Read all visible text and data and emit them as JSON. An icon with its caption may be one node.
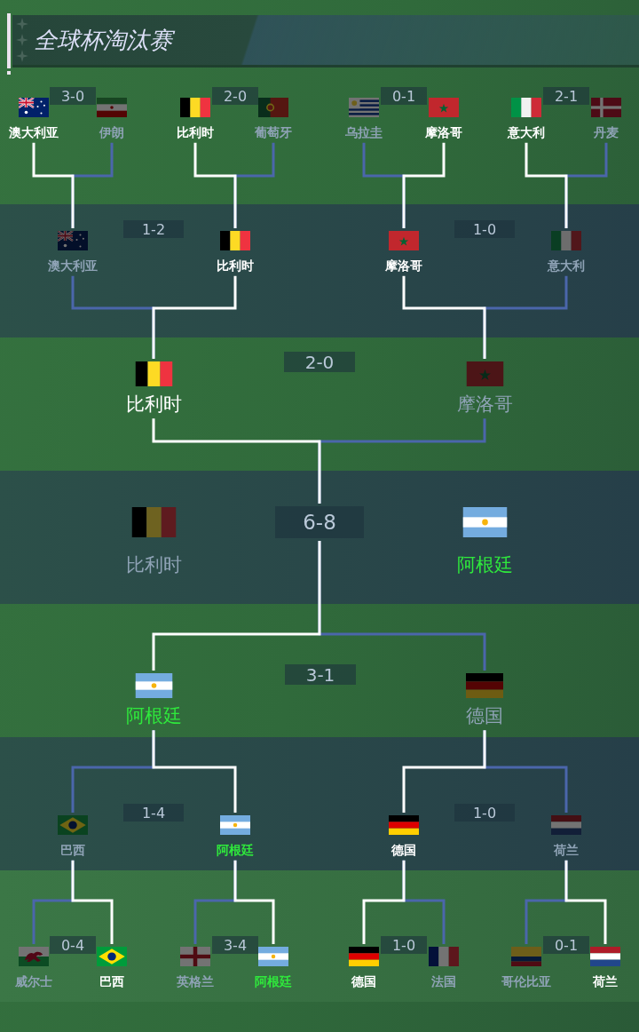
{
  "diagram": {
    "title": "全球杯淘汰赛",
    "nodes": [
      {
        "text": [
          "澳大利亚"
        ]
      },
      {
        "text": [
          "3-0"
        ]
      },
      {
        "text": [
          "伊朗"
        ]
      },
      {
        "text": [
          "比利时"
        ]
      },
      {
        "text": [
          "2-0"
        ]
      },
      {
        "text": [
          "葡萄牙"
        ]
      },
      {
        "text": [
          "乌拉圭"
        ]
      },
      {
        "text": [
          "0-1"
        ]
      },
      {
        "text": [
          "摩洛哥"
        ]
      },
      {
        "text": [
          "意大利"
        ]
      },
      {
        "text": [
          "2-1"
        ]
      },
      {
        "text": [
          "丹麦"
        ]
      },
      {
        "text": [
          "澳大利亚"
        ]
      },
      {
        "text": [
          "1-2"
        ]
      },
      {
        "text": [
          "比利时"
        ]
      },
      {
        "text": [
          "摩洛哥"
        ]
      },
      {
        "text": [
          "1-0"
        ]
      },
      {
        "text": [
          "意大利"
        ]
      },
      {
        "text": [
          "比利时"
        ]
      },
      {
        "text": [
          "2-0"
        ]
      },
      {
        "text": [
          "摩洛哥"
        ]
      },
      {
        "text": [
          "比利时"
        ]
      },
      {
        "text": [
          "6-8"
        ]
      },
      {
        "text": [
          "阿根廷"
        ]
      },
      {
        "text": [
          "阿根廷"
        ]
      },
      {
        "text": [
          "3-1"
        ]
      },
      {
        "text": [
          "德国"
        ]
      },
      {
        "text": [
          "巴西"
        ]
      },
      {
        "text": [
          "1-4"
        ]
      },
      {
        "text": [
          "阿根廷"
        ]
      },
      {
        "text": [
          "德国"
        ]
      },
      {
        "text": [
          "1-0"
        ]
      },
      {
        "text": [
          "荷兰"
        ]
      },
      {
        "text": [
          "威尔士"
        ]
      },
      {
        "text": [
          "0-4"
        ]
      },
      {
        "text": [
          "巴西"
        ]
      },
      {
        "text": [
          "英格兰"
        ]
      },
      {
        "text": [
          "3-4"
        ]
      },
      {
        "text": [
          "阿根廷"
        ]
      },
      {
        "text": [
          "德国"
        ]
      },
      {
        "text": [
          "1-0"
        ]
      },
      {
        "text": [
          "法国"
        ]
      },
      {
        "text": [
          "哥伦比亚"
        ]
      },
      {
        "text": [
          "0-1"
        ]
      },
      {
        "text": [
          "荷兰"
        ]
      }
    ],
    "edges": [
      {
        "from": 0,
        "to": 12,
        "arrow": "none"
      },
      {
        "from": 2,
        "to": 12,
        "arrow": "none",
        "color": "#4b66ab"
      },
      {
        "from": 3,
        "to": 14,
        "arrow": "none"
      },
      {
        "from": 5,
        "to": 14,
        "arrow": "none",
        "color": "#4b66ab"
      },
      {
        "from": 6,
        "to": 15,
        "arrow": "none",
        "color": "#4b66ab"
      },
      {
        "from": 8,
        "to": 15,
        "arrow": "none"
      },
      {
        "from": 9,
        "to": 17,
        "arrow": "none"
      },
      {
        "from": 11,
        "to": 17,
        "arrow": "none",
        "color": "#4b66ab"
      },
      {
        "from": 12,
        "to": 18,
        "arrow": "none",
        "color": "#4b66ab"
      },
      {
        "from": 14,
        "to": 18,
        "arrow": "none"
      },
      {
        "from": 15,
        "to": 20,
        "arrow": "none"
      },
      {
        "from": 17,
        "to": 20,
        "arrow": "none",
        "color": "#4b66ab"
      },
      {
        "from": 18,
        "to": 22,
        "arrow": "none"
      },
      {
        "from": 20,
        "to": 22,
        "arrow": "none",
        "color": "#4b66ab"
      },
      {
        "from": 24,
        "to": 22,
        "arrow": "none"
      },
      {
        "from": 26,
        "to": 22,
        "arrow": "none",
        "color": "#4b66ab"
      },
      {
        "from": 27,
        "to": 24,
        "arrow": "none",
        "color": "#4b66ab"
      },
      {
        "from": 29,
        "to": 24,
        "arrow": "none"
      },
      {
        "from": 30,
        "to": 26,
        "arrow": "none"
      },
      {
        "from": 32,
        "to": 26,
        "arrow": "none",
        "color": "#4b66ab"
      },
      {
        "from": 33,
        "to": 27,
        "arrow": "none",
        "color": "#4b66ab"
      },
      {
        "from": 35,
        "to": 27,
        "arrow": "none"
      },
      {
        "from": 36,
        "to": 29,
        "arrow": "none",
        "color": "#4b66ab"
      },
      {
        "from": 38,
        "to": 29,
        "arrow": "none"
      },
      {
        "from": 39,
        "to": 30,
        "arrow": "none"
      },
      {
        "from": 41,
        "to": 30,
        "arrow": "none",
        "color": "#4b66ab"
      },
      {
        "from": 42,
        "to": 32,
        "arrow": "none",
        "color": "#4b66ab"
      },
      {
        "from": 44,
        "to": 32,
        "arrow": "none"
      }
    ]
  }
}
